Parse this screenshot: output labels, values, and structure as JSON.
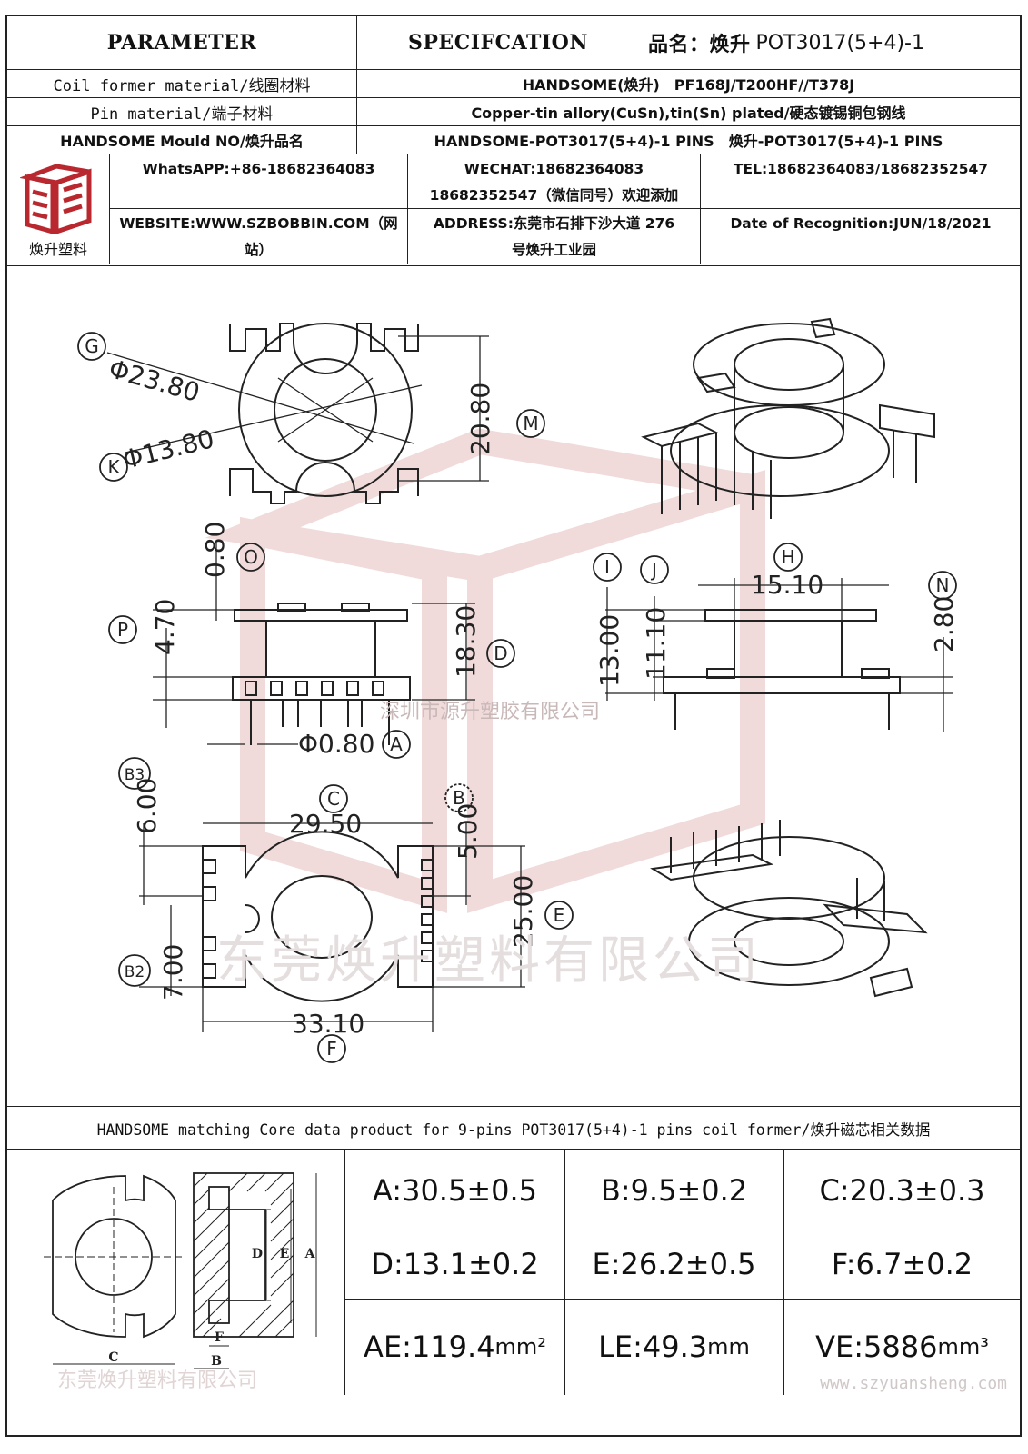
{
  "header": {
    "parameter": "PARAMETER",
    "specification": "SPECIFCATION",
    "product_name_label": "品名：焕升",
    "product_name_value": "POT3017(5+4)-1"
  },
  "specs": [
    {
      "label": "Coil former material/线圈材料",
      "value": "HANDSOME(焕升)　PF168J/T200HF//T378J"
    },
    {
      "label": "Pin material/端子材料",
      "value": "Copper-tin allory(CuSn),tin(Sn) plated/硬态镀锡铜包钢线"
    },
    {
      "label": "HANDSOME Mould NO/焕升品名",
      "value": "HANDSOME-POT3017(5+4)-1 PINS　焕升-POT3017(5+4)-1 PINS"
    }
  ],
  "company": {
    "logo_caption": "焕升塑料",
    "whatsapp": "WhatsAPP:+86-18682364083",
    "wechat_line1": "WECHAT:18682364083",
    "wechat_line2": "18682352547（微信同号）欢迎添加",
    "tel": "TEL:18682364083/18682352547",
    "website_line1": "WEBSITE:WWW.SZBOBBIN.COM（网",
    "website_line2": "站）",
    "address_line1": "ADDRESS:东莞市石排下沙大道 276",
    "address_line2": "号焕升工业园",
    "recognition_date": "Date of Recognition:JUN/18/2021"
  },
  "drawing": {
    "dims": {
      "G": "Φ23.80",
      "K": "Φ13.80",
      "M": "20.80",
      "O": "0.80",
      "P": "4.70",
      "D": "18.30",
      "A": "Φ0.80",
      "I": "13.00",
      "J": "11.10",
      "H": "15.10",
      "N": "2.80",
      "B3": "6.00",
      "C": "29.50",
      "B": "5.00",
      "E": "25.00",
      "B2": "7.00",
      "F": "33.10"
    },
    "letters": {
      "G": "G",
      "K": "K",
      "M": "M",
      "O": "O",
      "P": "P",
      "D": "D",
      "A": "A",
      "I": "I",
      "J": "J",
      "H": "H",
      "N": "N",
      "B3": "B3",
      "C": "C",
      "B": "B",
      "E": "E",
      "B2": "B2",
      "F": "F"
    },
    "watermark_1": "深圳市源升塑胶有限公司",
    "watermark_2": "东莞焕升塑料有限公司"
  },
  "core": {
    "title": "HANDSOME matching Core data  product for 9-pins POT3017(5+4)-1 pins coil former/焕升磁芯相关数据",
    "values": [
      {
        "text": "A:30.5±0.5",
        "unit": ""
      },
      {
        "text": "B:9.5±0.2",
        "unit": ""
      },
      {
        "text": "C:20.3±0.3",
        "unit": ""
      },
      {
        "text": "D:13.1±0.2",
        "unit": ""
      },
      {
        "text": "E:26.2±0.5",
        "unit": ""
      },
      {
        "text": "F:6.7±0.2",
        "unit": ""
      },
      {
        "text": "AE:119.4",
        "unit": "mm²"
      },
      {
        "text": "LE:49.3",
        "unit": "mm"
      },
      {
        "text": "VE:5886",
        "unit": "mm³"
      }
    ],
    "small_letters": {
      "A": "A",
      "B": "B",
      "C": "C",
      "D": "D",
      "E": "E",
      "F": "F"
    },
    "watermark": "东莞焕升塑料有限公司",
    "website_watermark": "www.szyuansheng.com"
  },
  "colors": {
    "logo_red": "#b8282e",
    "watermark": "#e3c8c8",
    "line": "#222222"
  }
}
